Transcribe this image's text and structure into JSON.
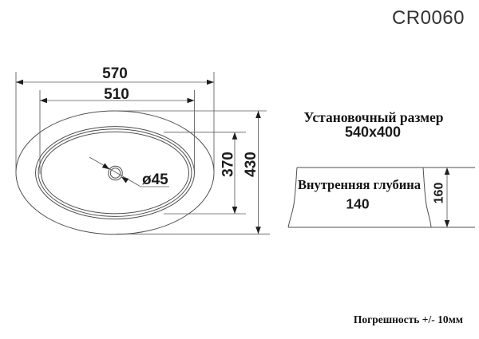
{
  "title": "CR0060",
  "top_view": {
    "dim_outer_width": "570",
    "dim_inner_width": "510",
    "dim_inner_height": "370",
    "dim_outer_height": "430",
    "drain_diameter": "ø45"
  },
  "installation": {
    "label": "Установочный размер",
    "value": "540x400"
  },
  "side_view": {
    "depth_label": "Внутренняя глубина",
    "depth_value": "140",
    "dim_height": "160"
  },
  "tolerance_note": "Погрешность +/- 10мм",
  "colors": {
    "background": "#ffffff",
    "line": "#4f4f4f",
    "text": "#1b1b1b"
  }
}
